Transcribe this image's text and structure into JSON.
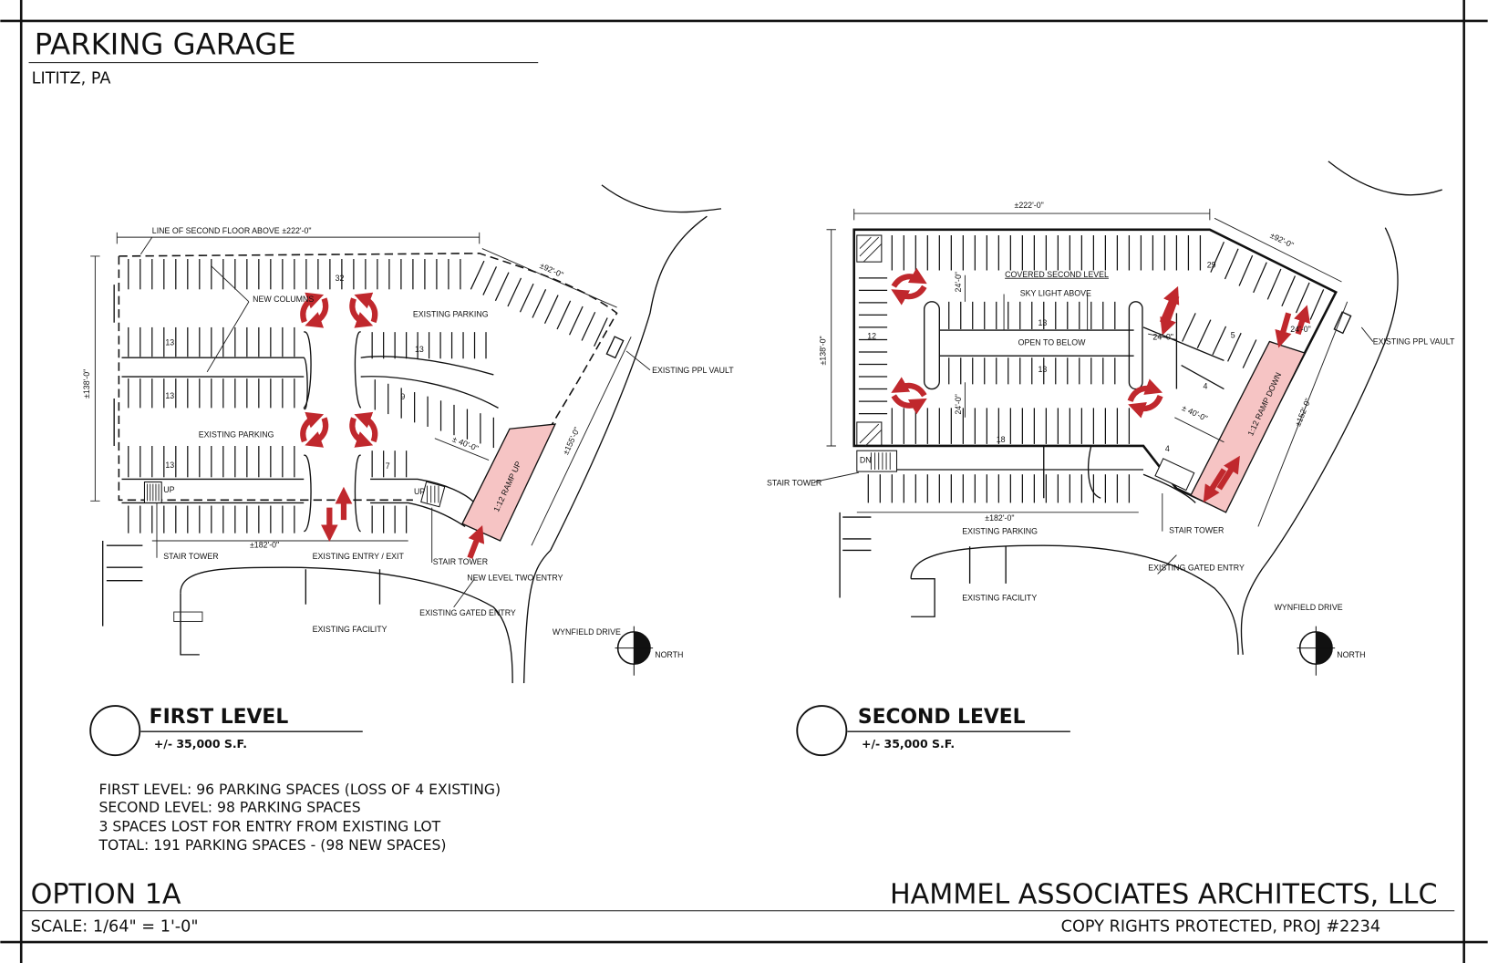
{
  "title": "PARKING GARAGE",
  "location": "LITITZ, PA",
  "colors": {
    "ink": "#111111",
    "arrow_red": "#c0282d",
    "ramp_fill": "#f6c4c4"
  },
  "first_level": {
    "heading": "FIRST LEVEL",
    "area": "+/- 35,000 S.F.",
    "labels": {
      "second_floor_line": "LINE OF SECOND FLOOR ABOVE",
      "dim_top": "±222'-0\"",
      "dim_diag": "±92'-0\"",
      "dim_left": "±138'-0\"",
      "dim_right": "±155'-0\"",
      "dim_bottom": "±182'-0\"",
      "dim_ramp": "± 40'-0\"",
      "new_columns": "NEW COLUMNS",
      "existing_parking_top": "EXISTING PARKING",
      "existing_parking_mid": "EXISTING PARKING",
      "ppl_vault": "EXISTING PPL VAULT",
      "ramp": "1:12 RAMP UP",
      "stair_tower_left": "STAIR TOWER",
      "stair_tower_right": "STAIR TOWER",
      "entry_exit": "EXISTING ENTRY / EXIT",
      "new_entry": "NEW LEVEL TWO ENTRY",
      "gated_entry": "EXISTING GATED ENTRY",
      "facility": "EXISTING FACILITY",
      "drive": "WYNFIELD DRIVE",
      "north": "NORTH",
      "up1": "UP",
      "up2": "UP",
      "count_32": "32",
      "count_13a": "13",
      "count_13b": "13",
      "count_13c": "13",
      "count_13d": "13",
      "count_9": "9",
      "count_7": "7"
    }
  },
  "second_level": {
    "heading": "SECOND LEVEL",
    "area": "+/- 35,000 S.F.",
    "labels": {
      "dim_top": "±222'-0\"",
      "dim_diag": "±92'-0\"",
      "dim_left": "±138'-0\"",
      "dim_right": "±152'-0\"",
      "dim_bottom": "±182'-0\"",
      "dim_ramp": "± 40'-0\"",
      "dim_aisle1": "24'-0\"",
      "dim_aisle2": "24'-0\"",
      "dim_aisle3": "24'-0\"",
      "dim_aisle4": "24'-0\"",
      "covered": "COVERED SECOND LEVEL",
      "skylight": "SKY LIGHT ABOVE",
      "open_below": "OPEN TO BELOW",
      "ppl_vault": "EXISTING PPL VAULT",
      "ramp": "1:12 RAMP DOWN",
      "stair_tower_left": "STAIR TOWER",
      "stair_tower_right": "STAIR TOWER",
      "existing_parking": "EXISTING PARKING",
      "gated_entry": "EXISTING GATED ENTRY",
      "facility": "EXISTING FACILITY",
      "drive": "WYNFIELD DRIVE",
      "north": "NORTH",
      "dn": "DN",
      "count_29": "29",
      "count_12": "12",
      "count_13a": "13",
      "count_13b": "13",
      "count_18": "18",
      "count_5": "5",
      "count_4a": "4",
      "count_4b": "4"
    }
  },
  "notes": [
    "FIRST LEVEL: 96 PARKING SPACES (LOSS OF 4 EXISTING)",
    "SECOND LEVEL: 98 PARKING SPACES",
    "3 SPACES LOST FOR ENTRY FROM EXISTING LOT",
    "TOTAL: 191 PARKING SPACES - (98 NEW SPACES)"
  ],
  "footer": {
    "option": "OPTION 1A",
    "scale": "SCALE: 1/64\" = 1'-0\"",
    "firm": "HAMMEL ASSOCIATES ARCHITECTS, LLC",
    "copyright": "COPY RIGHTS PROTECTED,  PROJ #2234"
  }
}
